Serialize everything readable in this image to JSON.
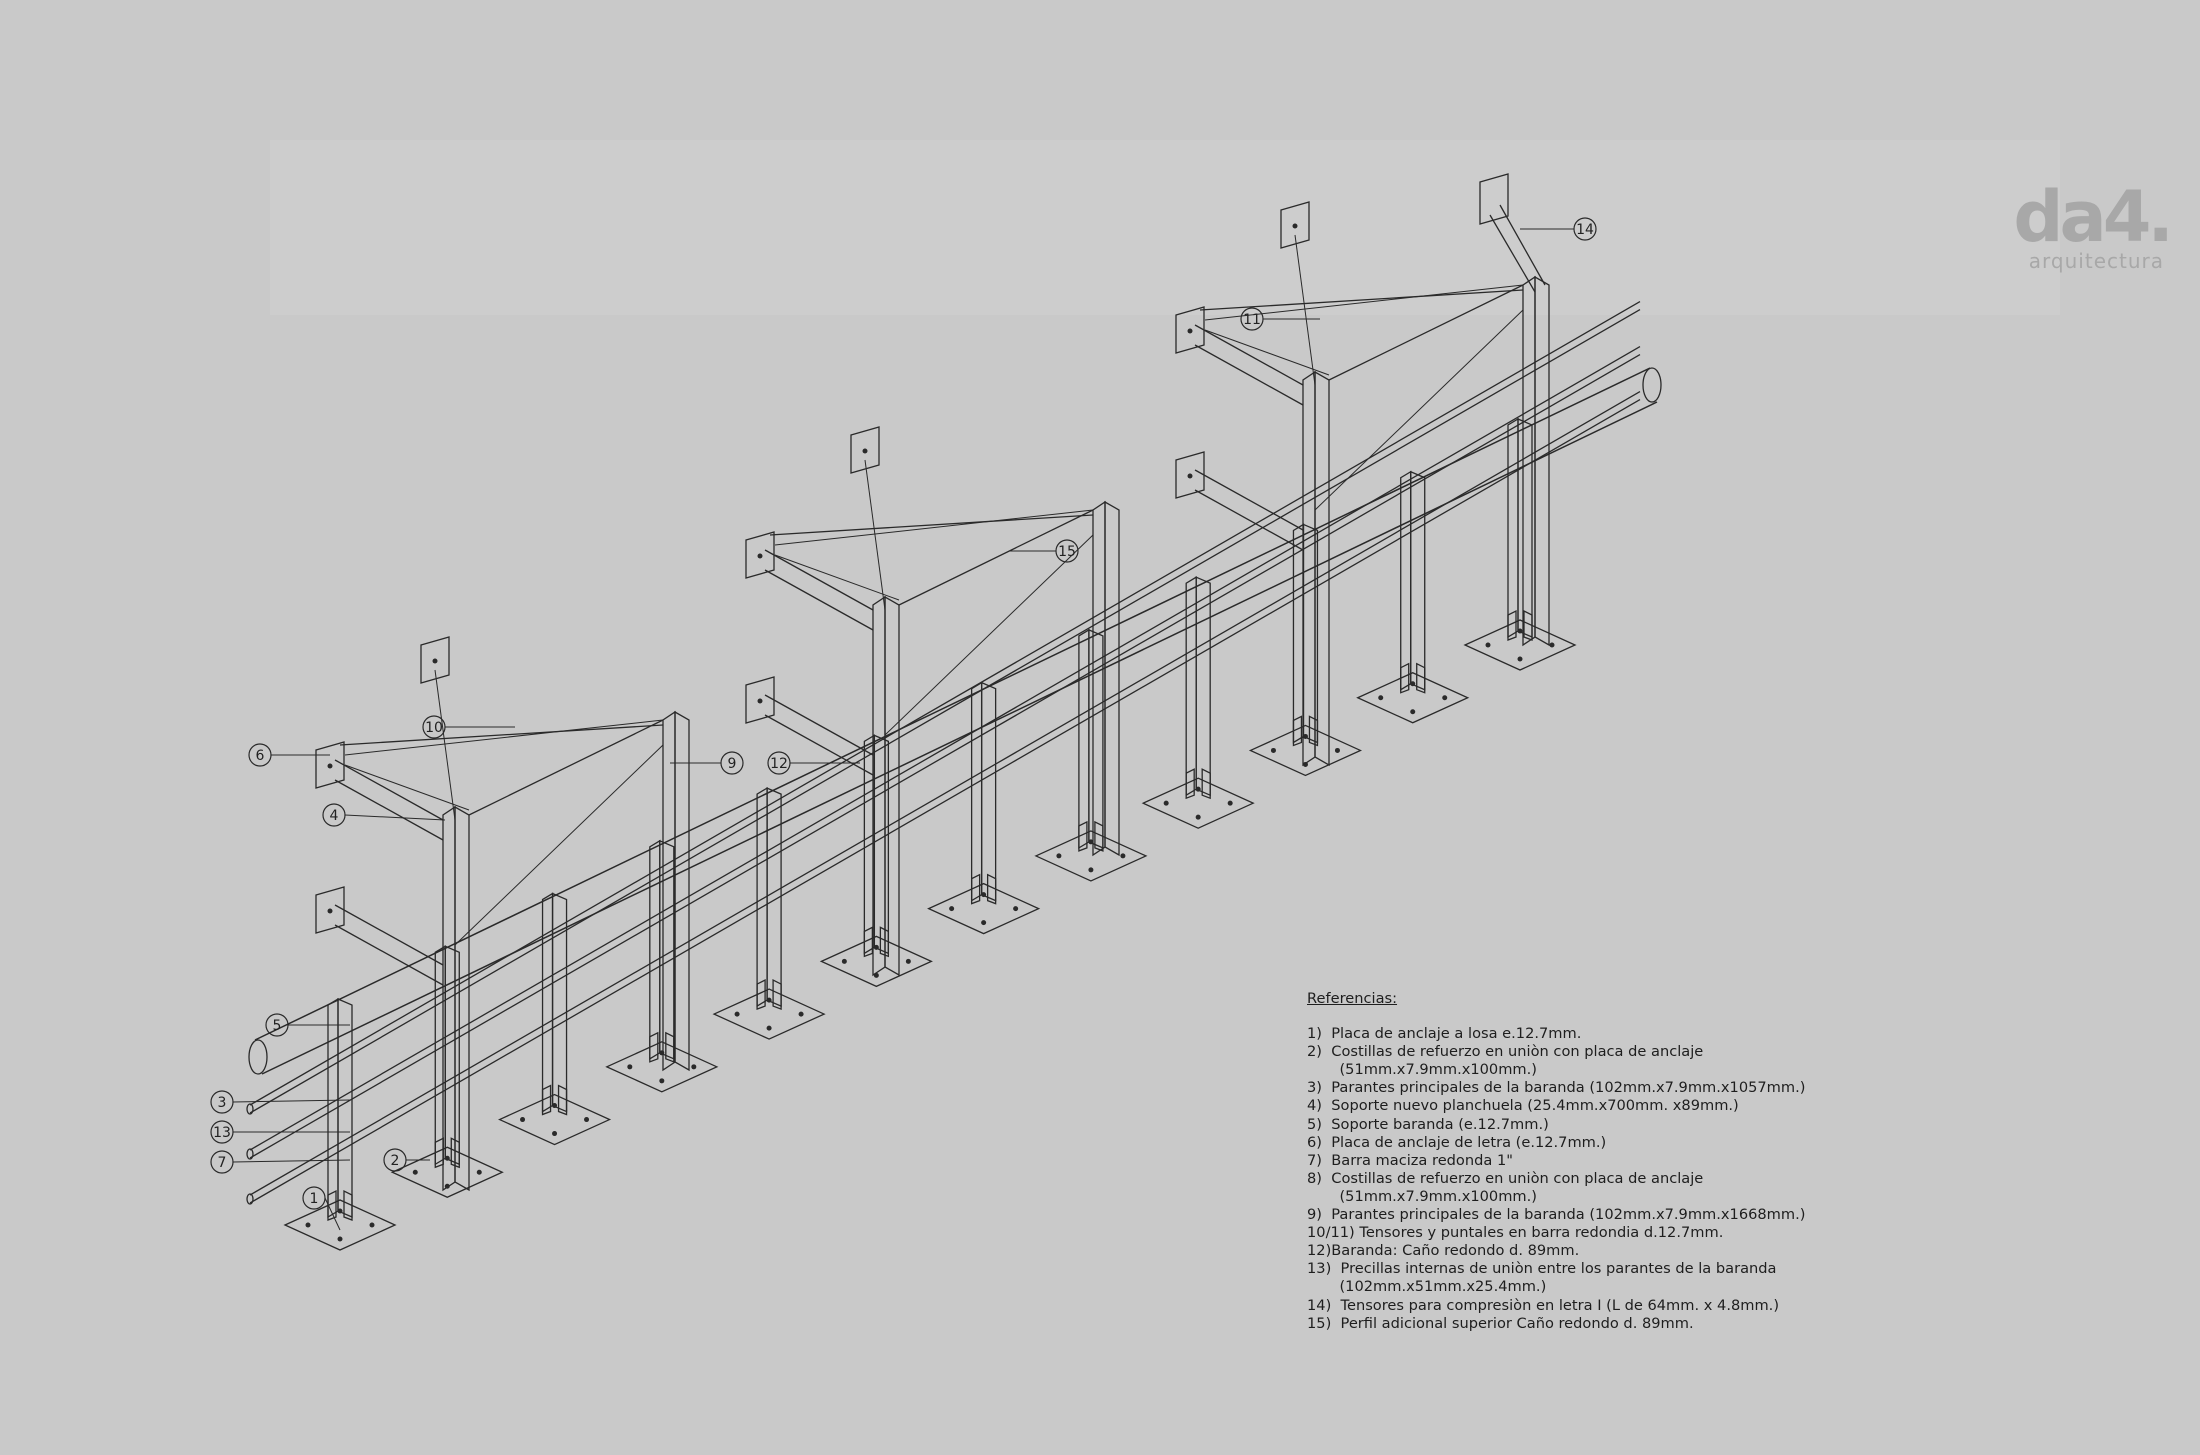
{
  "logo": {
    "mark": "da4.",
    "subtitle": "arquitectura"
  },
  "references": {
    "title": "Referencias:",
    "items": [
      "1)  Placa de anclaje a losa e.12.7mm.",
      "2)  Costillas de refuerzo en uniòn con placa de anclaje",
      "       (51mm.x7.9mm.x100mm.)",
      "3)  Parantes principales de la baranda (102mm.x7.9mm.x1057mm.)",
      "4)  Soporte nuevo planchuela (25.4mm.x700mm. x89mm.)",
      "5)  Soporte baranda (e.12.7mm.)",
      "6)  Placa de anclaje de letra (e.12.7mm.)",
      "7)  Barra maciza redonda 1\"",
      "8)  Costillas de refuerzo en uniòn con placa de anclaje",
      "       (51mm.x7.9mm.x100mm.)",
      "9)  Parantes principales de la baranda (102mm.x7.9mm.x1668mm.)",
      "10/11) Tensores y puntales en barra redondia d.12.7mm.",
      "12)Baranda: Caño redondo d. 89mm.",
      "13)  Precillas internas de uniòn entre los parantes de la baranda",
      "       (102mm.x51mm.x25.4mm.)",
      "14)  Tensores para compresiòn en letra I (L de 64mm. x 4.8mm.)",
      "15)  Perfil adicional superior Caño redondo d. 89mm."
    ]
  },
  "callouts": [
    {
      "id": "c1",
      "label": "1"
    },
    {
      "id": "c2",
      "label": "2"
    },
    {
      "id": "c3",
      "label": "3"
    },
    {
      "id": "c4",
      "label": "4"
    },
    {
      "id": "c5",
      "label": "5"
    },
    {
      "id": "c6",
      "label": "6"
    },
    {
      "id": "c7",
      "label": "7"
    },
    {
      "id": "c9",
      "label": "9"
    },
    {
      "id": "c10",
      "label": "10"
    },
    {
      "id": "c11",
      "label": "11"
    },
    {
      "id": "c12",
      "label": "12"
    },
    {
      "id": "c13",
      "label": "13"
    },
    {
      "id": "c14",
      "label": "14"
    },
    {
      "id": "c15",
      "label": "15"
    }
  ]
}
